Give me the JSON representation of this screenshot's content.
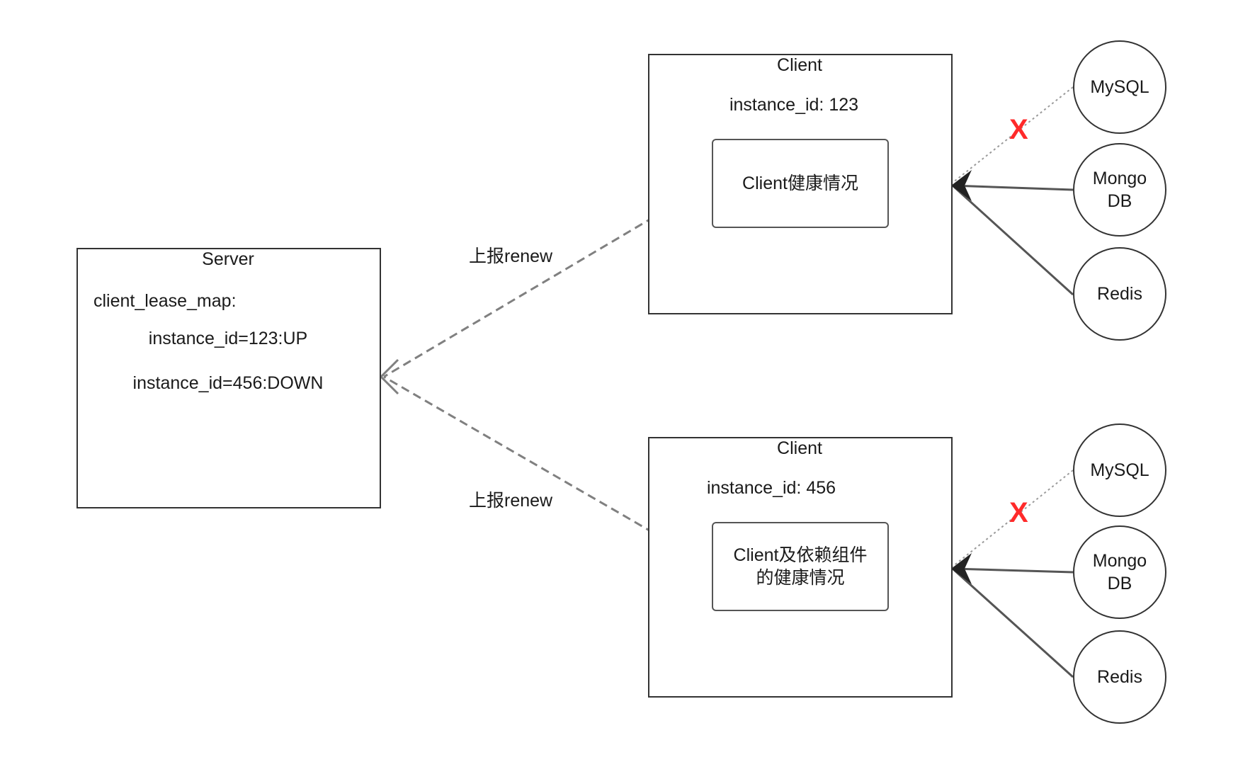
{
  "server": {
    "title": "Server",
    "map_label": "client_lease_map:",
    "entries": [
      "instance_id=123:UP",
      "instance_id=456:DOWN"
    ]
  },
  "clients": [
    {
      "title": "Client",
      "instance": "instance_id: 123",
      "health": "Client健康情况",
      "renew_label": "上报renew",
      "deps": [
        "MySQL",
        "Mongo\nDB",
        "Redis"
      ],
      "failed_mark": "X"
    },
    {
      "title": "Client",
      "instance": "instance_id: 456",
      "health": "Client及依赖组件\n的健康情况",
      "renew_label": "上报renew",
      "deps": [
        "MySQL",
        "Mongo\nDB",
        "Redis"
      ],
      "failed_mark": "X"
    }
  ],
  "colors": {
    "stroke": "#333333",
    "dashed_edge": "#808080",
    "failed_mark": "#ff2a2a"
  }
}
